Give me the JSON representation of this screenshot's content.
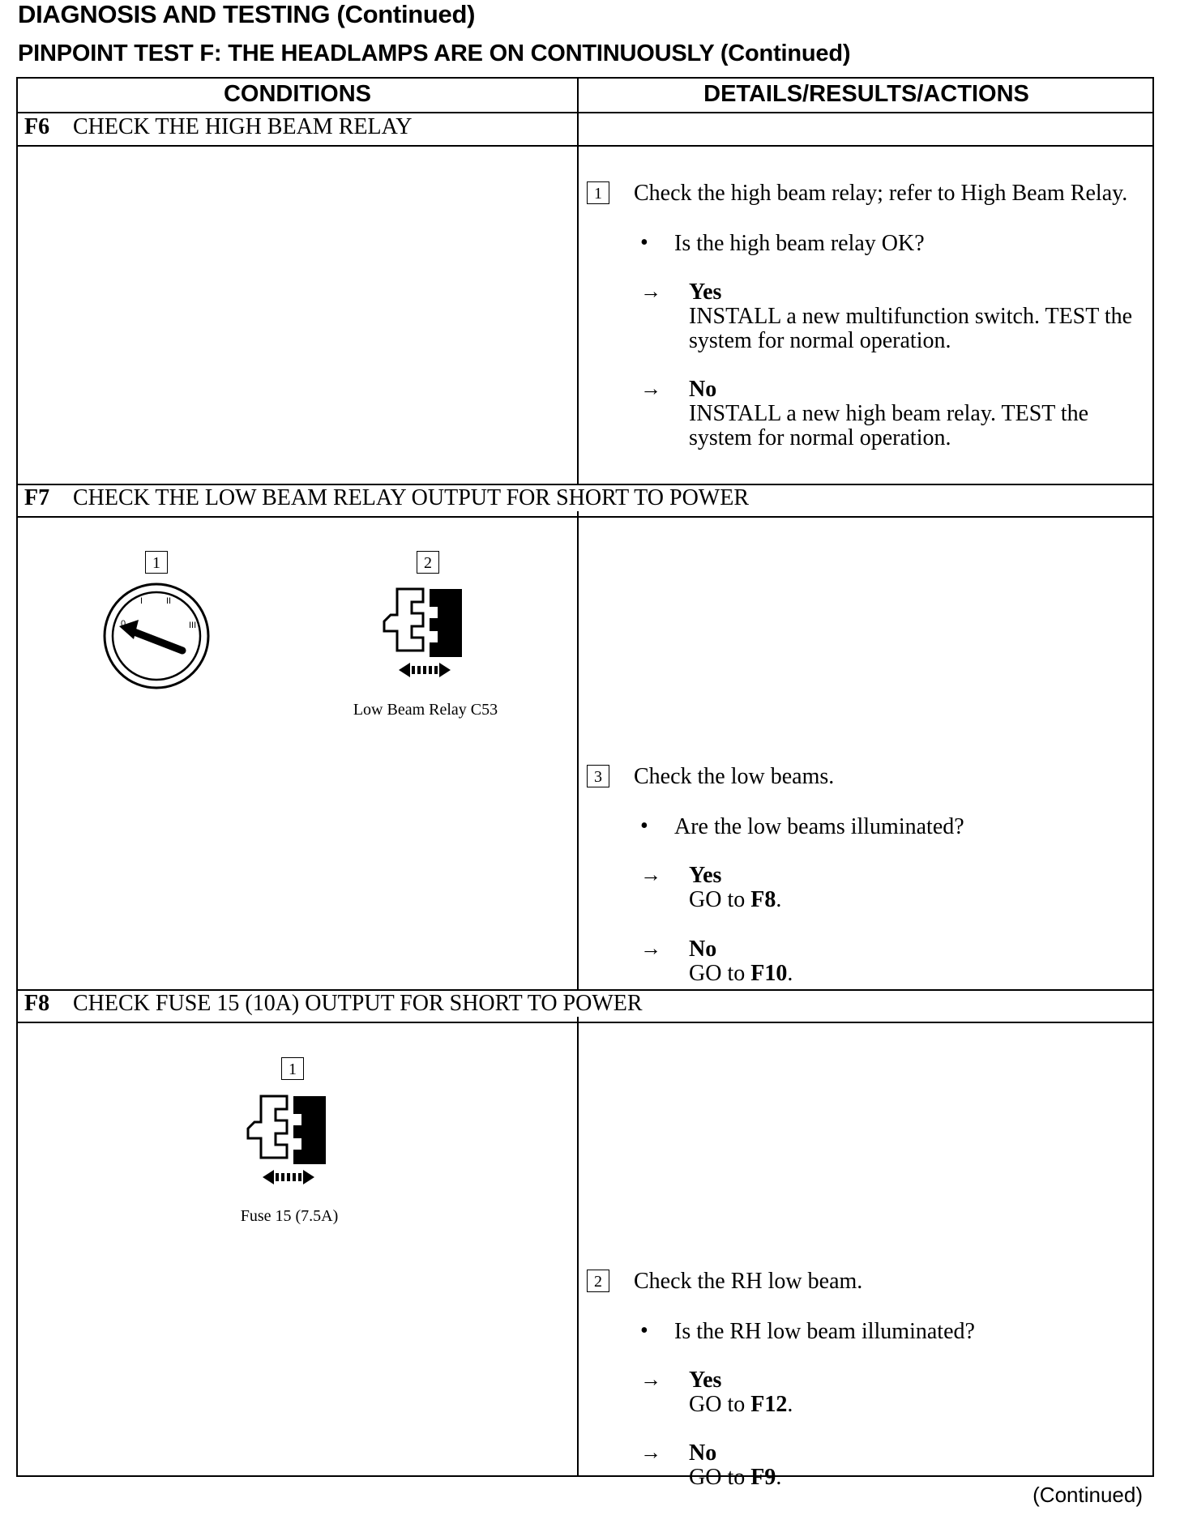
{
  "header": {
    "title": "DIAGNOSIS AND TESTING (Continued)",
    "subtitle": "PINPOINT TEST F: THE HEADLAMPS ARE ON CONTINUOUSLY (Continued)"
  },
  "columns": {
    "conditions": "CONDITIONS",
    "details": "DETAILS/RESULTS/ACTIONS"
  },
  "f6": {
    "id": "F6",
    "title": "CHECK THE HIGH BEAM RELAY",
    "step_num": "1",
    "step_text": "Check the high beam relay; refer to High Beam Relay.",
    "question": "Is the high beam relay OK?",
    "yes_label": "Yes",
    "yes_text": "INSTALL a new multifunction switch. TEST the system for normal operation.",
    "no_label": "No",
    "no_text": "INSTALL a new high beam relay. TEST the system for normal operation."
  },
  "f7": {
    "id": "F7",
    "title": "CHECK THE LOW BEAM RELAY OUTPUT FOR SHORT TO POWER",
    "fig1_num": "1",
    "fig2_num": "2",
    "fig2_caption": "Low Beam Relay C53",
    "step_num": "3",
    "step_text": "Check the low beams.",
    "question": "Are the low beams illuminated?",
    "yes_label": "Yes",
    "yes_go": "GO to ",
    "yes_target": "F8",
    "no_label": "No",
    "no_go": "GO to ",
    "no_target": "F10"
  },
  "f8": {
    "id": "F8",
    "title": "CHECK FUSE 15 (10A) OUTPUT FOR SHORT TO POWER",
    "fig1_num": "1",
    "fig1_caption": "Fuse 15 (7.5A)",
    "step_num": "2",
    "step_text": "Check the RH low beam.",
    "question": "Is the RH low beam illuminated?",
    "yes_label": "Yes",
    "yes_go": "GO to ",
    "yes_target": "F12",
    "no_label": "No",
    "no_go": "GO to ",
    "no_target": "F9"
  },
  "glyphs": {
    "bullet": "•",
    "arrow": "→",
    "end_dot": "."
  },
  "footer": {
    "continued": "(Continued)"
  }
}
